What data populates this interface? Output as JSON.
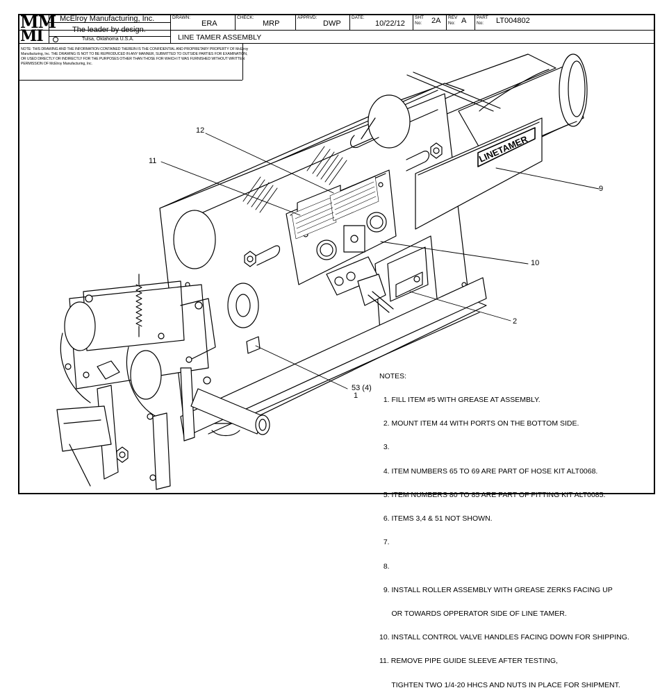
{
  "title_block": {
    "logo_top": "MM",
    "logo_bottom": "MI",
    "company": "McElroy Manufacturing, Inc.",
    "tagline": "The leader by design.",
    "location": "Tulsa, Oklahoma U.S.A.",
    "drawn_label": "DRAWN:",
    "drawn": "ERA",
    "check_label": "CHECK:",
    "check": "MRP",
    "apprvd_label": "APPRVD:",
    "apprvd": "DWP",
    "date_label": "DATE:",
    "date": "10/22/12",
    "sht_label": "SHT",
    "sht_no_label": "No:",
    "sht": "2A",
    "rev_label": "REV",
    "rev_no_label": "No:",
    "rev": "A",
    "part_label": "PART",
    "part_no_label": "No:",
    "part": "LT004802",
    "drawing_title": "LINE TAMER ASSEMBLY"
  },
  "confidential_note": "NOTE: THIS DRAWING AND THE INFORMATION CONTAINED THEREIN IS THE CONFIDENTIAL AND PROPRIETARY PROPERTY OF McElroy Manufacturing, Inc. THE DRAWING IS NOT TO BE REPRODUCED IN ANY MANNER, SUBMITTED TO OUTSIDE PARTIES FOR EXAMINATION, OR USED DIRECTLY OR INDIRECTLY FOR THE PURPOSES OTHER THAN THOSE FOR WHICH IT WAS FURNISHED WITHOUT WRITTEN PERMISSION OF McElroy Manufacturing, Inc.",
  "callouts": {
    "c12": "12",
    "c11": "11",
    "c9": "9",
    "c10": "10",
    "c2": "2",
    "c53": "53 (4)",
    "c1": "1"
  },
  "product_label": "LINETAMER",
  "notes": {
    "header": "NOTES:",
    "lines": [
      "  1. FILL ITEM #5 WITH GREASE AT ASSEMBLY.",
      "  2. MOUNT ITEM 44 WITH PORTS ON THE BOTTOM SIDE.",
      "  3.",
      "  4. ITEM NUMBERS 65 TO 69 ARE PART OF HOSE KIT ALT0068.",
      "  5. ITEM NUMBERS 80 TO 85 ARE PART OF FITTING KIT ALT0085.",
      "  6. ITEMS 3,4 & 51 NOT SHOWN.",
      "  7.",
      "  8.",
      "  9. INSTALL ROLLER ASSEMBLY WITH GREASE ZERKS FACING UP",
      "      OR TOWARDS OPPERATOR SIDE OF LINE TAMER.",
      "10. INSTALL CONTROL VALVE HANDLES FACING DOWN FOR SHIPPING.",
      "11. REMOVE PIPE GUIDE SLEEVE AFTER TESTING,",
      "      TIGHTEN TWO 1/4-20 HHCS AND NUTS IN PLACE FOR SHIPMENT."
    ]
  }
}
